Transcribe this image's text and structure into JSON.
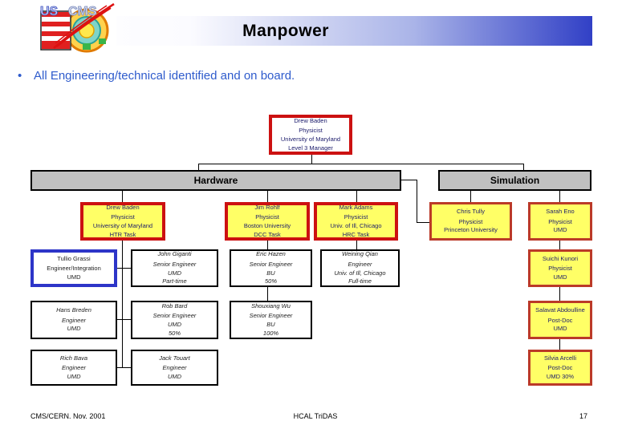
{
  "header": {
    "title": "Manpower"
  },
  "logo": {
    "us": "US",
    "cms": "CMS"
  },
  "bullet": {
    "marker": "•",
    "text": "All Engineering/technical identified and on board."
  },
  "org": {
    "manager": {
      "l1": "Drew Baden",
      "l2": "Physicist",
      "l3": "University of Maryland",
      "l4": "Level 3 Manager"
    },
    "groups": {
      "hardware": "Hardware",
      "simulation": "Simulation"
    },
    "boxes": {
      "baden_htr": {
        "l1": "Drew Baden",
        "l2": "Physicist",
        "l3": "University of Maryland",
        "l4": "HTR Task"
      },
      "rohlf": {
        "l1": "Jim Rohlf",
        "l2": "Physicist",
        "l3": "Boston University",
        "l4": "DCC Task"
      },
      "adams": {
        "l1": "Mark Adams",
        "l2": "Physicist",
        "l3": "Univ. of Ill, Chicago",
        "l4": "HRC Task"
      },
      "tully": {
        "l1": "Chris Tully",
        "l2": "Physicist",
        "l3": "Princeton University"
      },
      "eno": {
        "l1": "Sarah Eno",
        "l2": "Physicist",
        "l3": "UMD"
      },
      "grassi": {
        "l1": "Tullio Grassi",
        "l2": "Engineer/Integration",
        "l3": "UMD"
      },
      "giganti": {
        "l1": "John Giganti",
        "l2": "Senior Engineer",
        "l3": "UMD",
        "l4": "Part-time"
      },
      "hazen": {
        "l1": "Eric Hazen",
        "l2": "Senior Engineer",
        "l3": "BU",
        "l4": "50%"
      },
      "qian": {
        "l1": "Weining Qian",
        "l2": "Engineer",
        "l3": "Univ. of Ill, Chicago",
        "l4": "Full-time"
      },
      "kunori": {
        "l1": "Suichi Kunori",
        "l2": "Physicist",
        "l3": "UMD"
      },
      "breden": {
        "l1": "Hans Breden",
        "l2": "Engineer",
        "l3": "UMD"
      },
      "bard": {
        "l1": "Rob Bard",
        "l2": "Senior Engineer",
        "l3": "UMD",
        "l4": "50%"
      },
      "wu": {
        "l1": "Shouxiang Wu",
        "l2": "Senior Engineer",
        "l3": "BU",
        "l4": "100%"
      },
      "abdoulline": {
        "l1": "Salavat Abdoulline",
        "l2": "Post-Doc",
        "l3": "UMD"
      },
      "bava": {
        "l1": "Rich Bava",
        "l2": "Engineer",
        "l3": "UMD"
      },
      "touart": {
        "l1": "Jack Touart",
        "l2": "Engineer",
        "l3": "UMD"
      },
      "arcelli": {
        "l1": "Silvia Arcelli",
        "l2": "Post-Doc",
        "l3": "UMD 30%"
      }
    }
  },
  "footer": {
    "left": "CMS/CERN. Nov. 2001",
    "center": "HCAL TriDAS",
    "page": "17"
  },
  "colors": {
    "header_gradient_end": "#3140c6",
    "bullet_text": "#2e5bcc",
    "box_yellow": "#ffff66",
    "border_red_thick": "#cc1111",
    "border_red_sim": "#bb3a28",
    "border_blue": "#2d35c8",
    "bar_gray": "#c0c0c0",
    "text_navy": "#1b1b6b"
  }
}
